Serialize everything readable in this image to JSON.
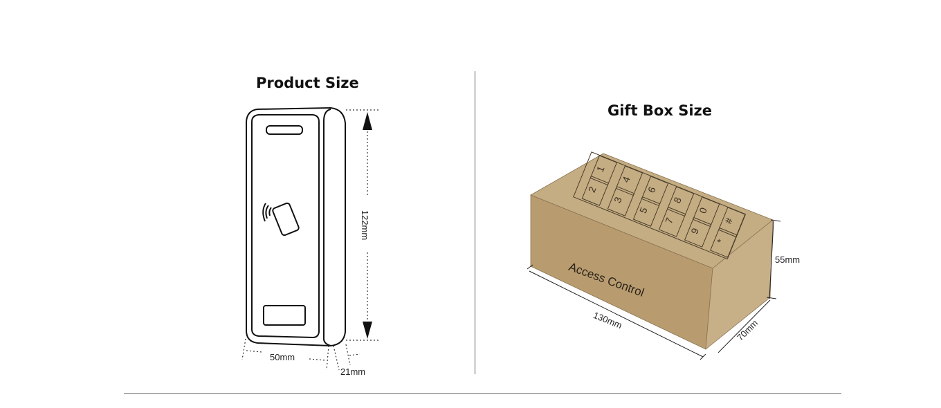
{
  "product": {
    "title": "Product Size",
    "height_label": "122mm",
    "width_label": "50mm",
    "depth_label": "21mm"
  },
  "giftbox": {
    "title": "Gift Box Size",
    "box_text": "Access Control",
    "keys": [
      "1",
      "2",
      "3",
      "4",
      "5",
      "6",
      "7",
      "8",
      "9",
      "0",
      "*",
      "#"
    ],
    "length_label": "130mm",
    "width_label": "70mm",
    "height_label": "55mm",
    "colors": {
      "top": "#c4ac83",
      "front": "#b89c70",
      "side": "#c7b088"
    }
  }
}
